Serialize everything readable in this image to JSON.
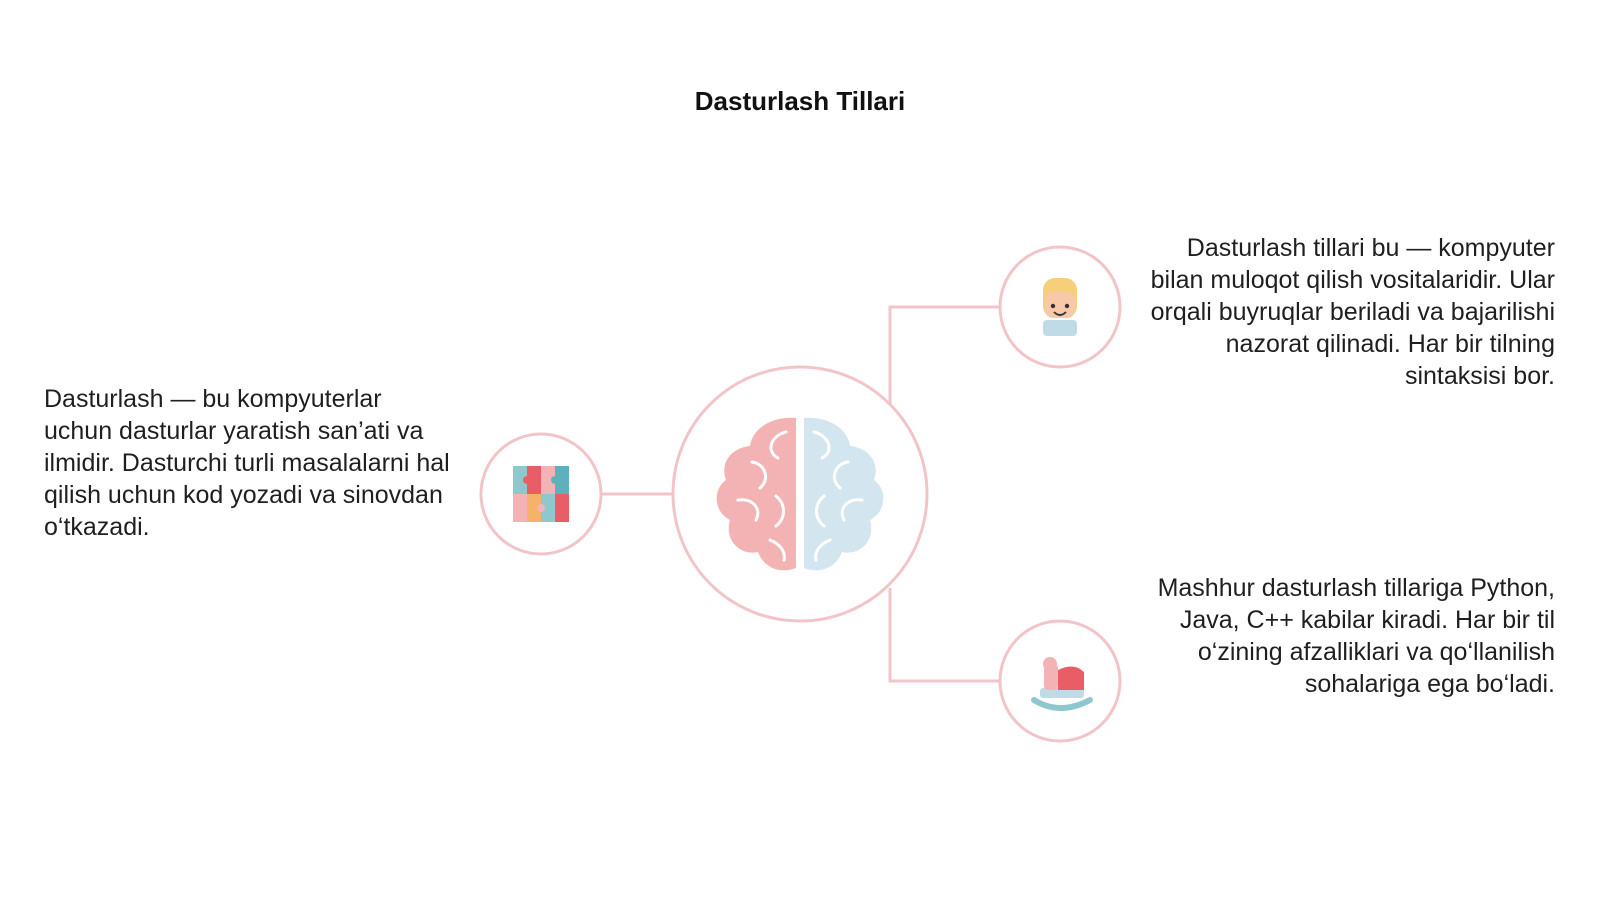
{
  "slide": {
    "title": "Dasturlash Tillari",
    "accent_color": "#f2c4c8"
  },
  "diagram": {
    "center_icon": "brain-icon",
    "nodes": [
      {
        "id": "left",
        "icon": "puzzle-icon",
        "text": "Dasturlash — bu kompyuterlar uchun dasturlar yaratish san’ati va ilmidir. Dasturchi turli masalalarni hal qilish uchun kod yozadi va sinovdan o‘tkazadi."
      },
      {
        "id": "right-top",
        "icon": "child-avatar-icon",
        "text": "Dasturlash tillari bu — kompyuter bilan muloqot qilish vositalaridir. Ular orqali buyruqlar beriladi va bajarilishi nazorat qilinadi. Har bir tilning sintaksisi bor."
      },
      {
        "id": "right-bottom",
        "icon": "rocking-horse-icon",
        "text": "Mashhur dasturlash tillariga Python, Java, C++ kabilar kiradi. Har bir til o‘zining afzalliklari va qo‘llanilish sohalariga ega bo‘ladi."
      }
    ]
  }
}
